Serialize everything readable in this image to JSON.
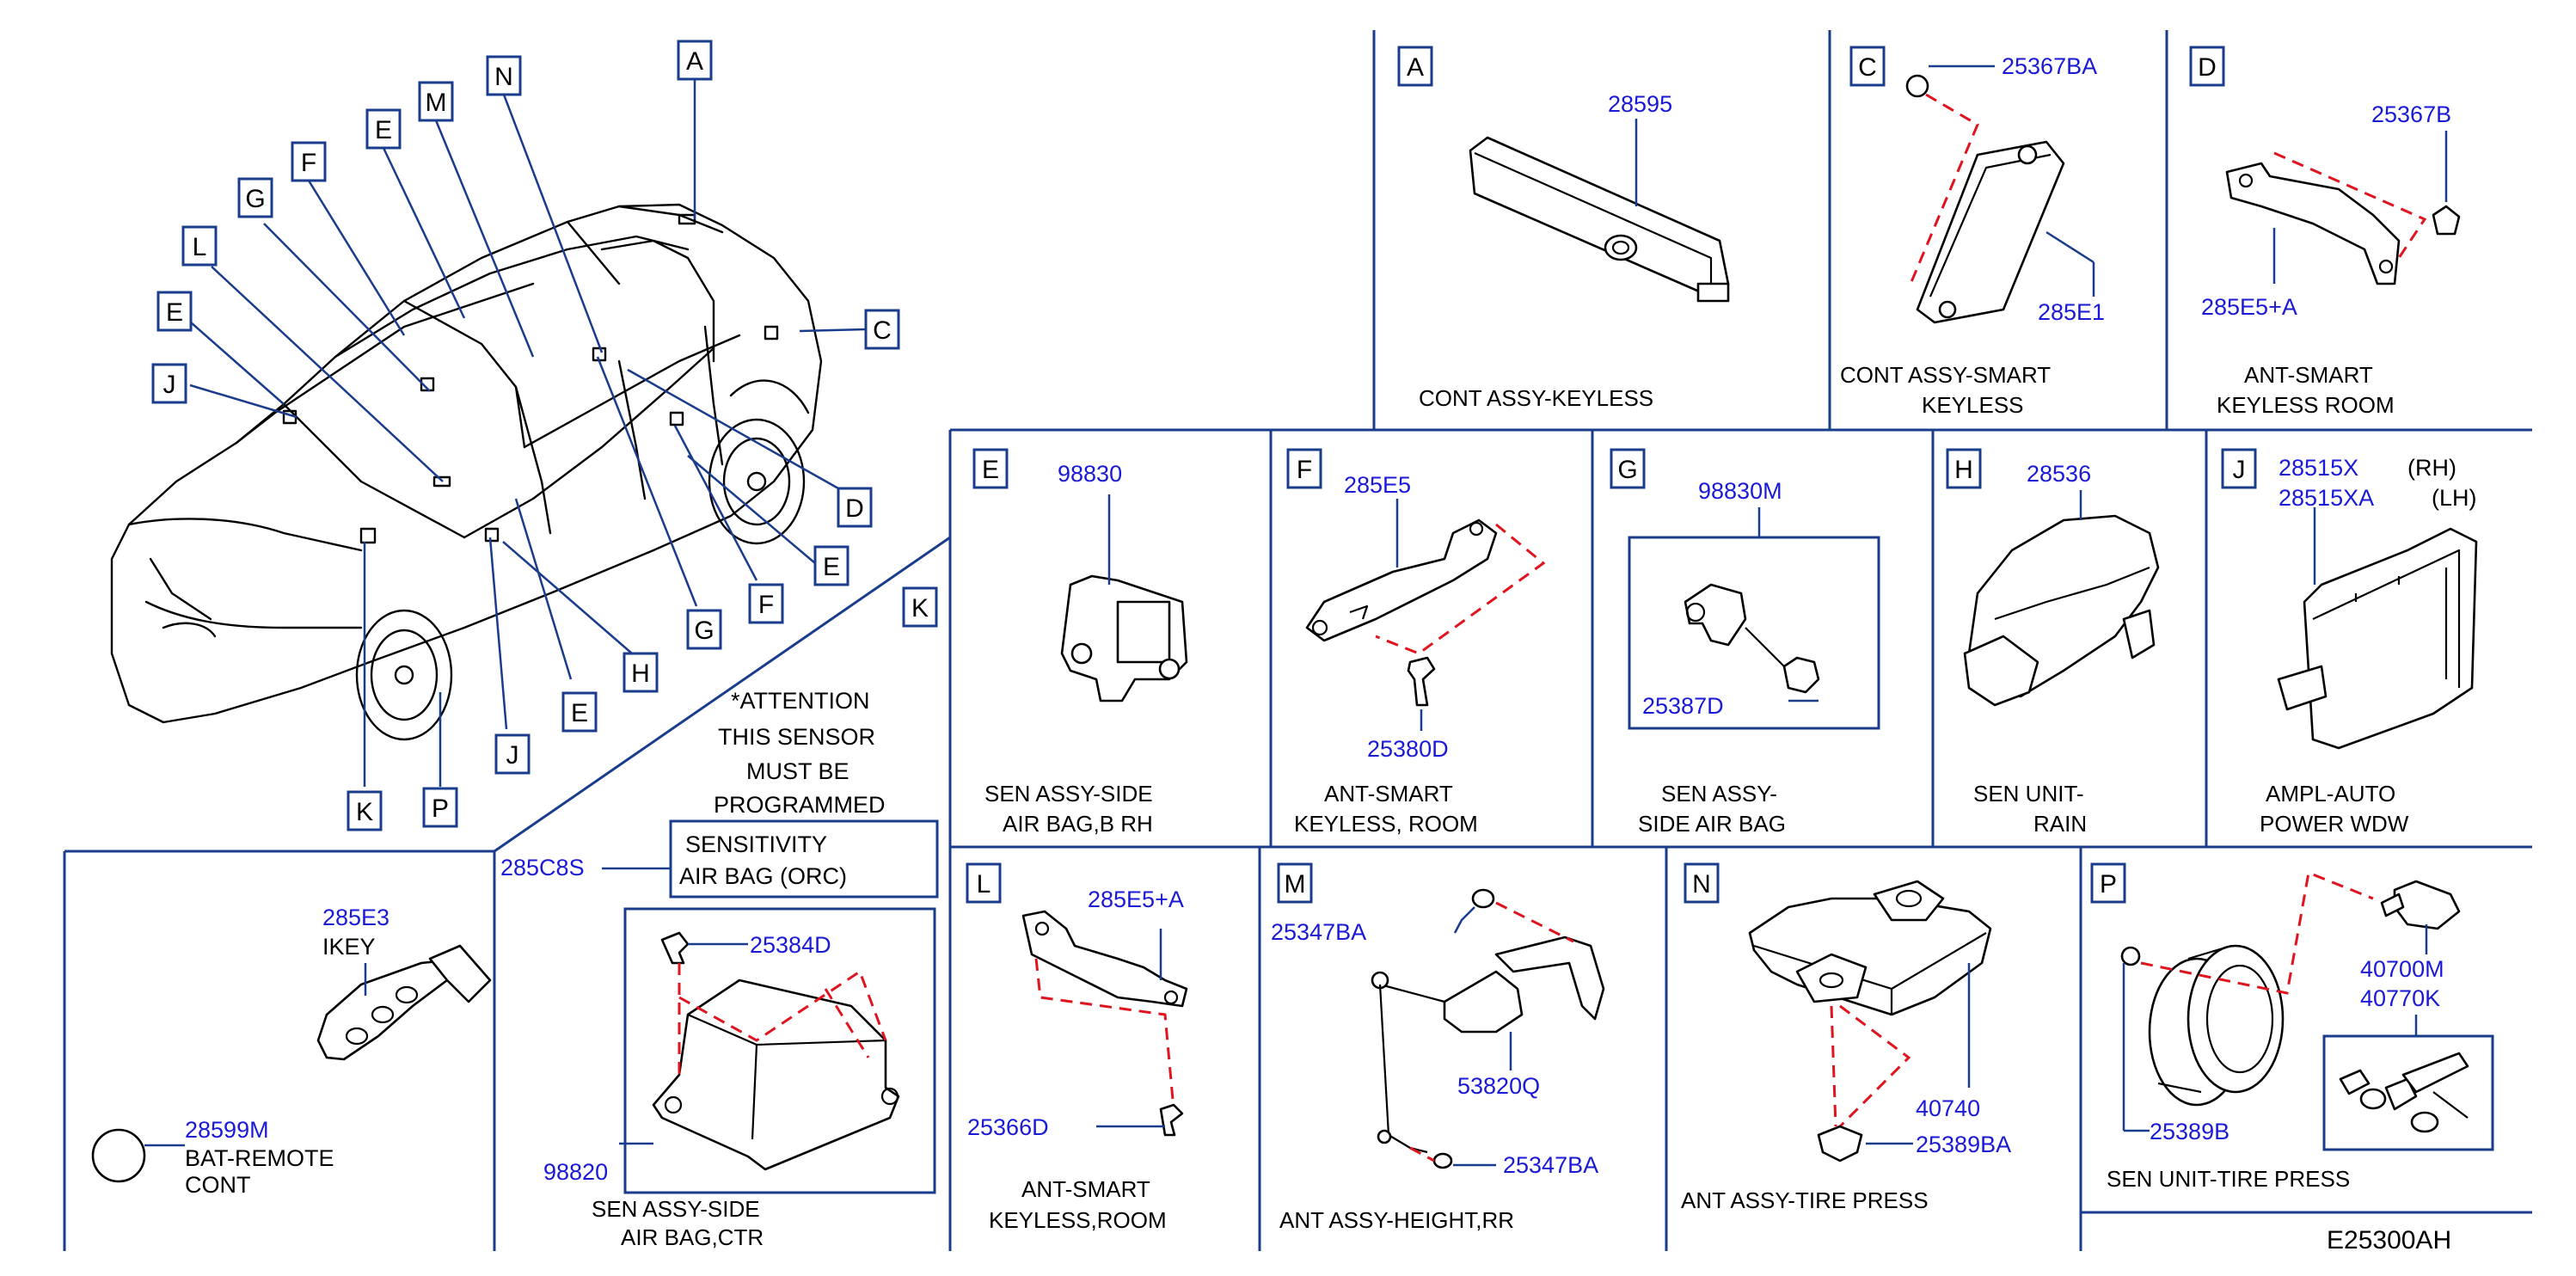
{
  "diagram_id": "E25300AH",
  "attention": {
    "lines": [
      "*ATTENTION",
      "THIS SENSOR",
      "MUST BE",
      "PROGRAMMED"
    ],
    "box_lines": [
      "SENSITIVITY",
      "AIR BAG (ORC)"
    ],
    "part_number": "285C8S"
  },
  "car_callouts": [
    "A",
    "M",
    "N",
    "E",
    "F",
    "G",
    "L",
    "E",
    "J",
    "C",
    "D",
    "E",
    "F",
    "G",
    "H",
    "E",
    "J",
    "K",
    "P",
    "K"
  ],
  "panels": {
    "A": {
      "letter": "A",
      "parts": [
        "28595"
      ],
      "desc": [
        "CONT ASSY-KEYLESS"
      ]
    },
    "C": {
      "letter": "C",
      "parts": [
        "25367BA",
        "285E1"
      ],
      "desc": [
        "CONT ASSY-SMART",
        "KEYLESS"
      ]
    },
    "D": {
      "letter": "D",
      "parts": [
        "25367B",
        "285E5+A"
      ],
      "desc": [
        "ANT-SMART",
        "KEYLESS ROOM"
      ]
    },
    "E": {
      "letter": "E",
      "parts": [
        "98830"
      ],
      "desc": [
        "SEN ASSY-SIDE",
        "AIR BAG,B RH"
      ]
    },
    "F": {
      "letter": "F",
      "parts": [
        "285E5",
        "25380D"
      ],
      "desc": [
        "ANT-SMART",
        "KEYLESS, ROOM"
      ]
    },
    "G": {
      "letter": "G",
      "parts": [
        "98830M",
        "25387D"
      ],
      "desc": [
        "SEN ASSY-",
        "SIDE AIR BAG"
      ]
    },
    "H": {
      "letter": "H",
      "parts": [
        "28536"
      ],
      "desc": [
        "SEN UNIT-",
        "RAIN"
      ]
    },
    "J": {
      "letter": "J",
      "parts": [
        "28515X",
        "28515XA"
      ],
      "sides": [
        "(RH)",
        "(LH)"
      ],
      "desc": [
        "AMPL-AUTO",
        "POWER WDW"
      ]
    },
    "K": {
      "letter": "K",
      "parts": [
        "285E3",
        "28599M",
        "25384D",
        "98820"
      ],
      "labels": [
        "IKEY",
        "BAT-REMOTE",
        "CONT"
      ],
      "desc": [
        "SEN ASSY-SIDE",
        "AIR BAG,CTR"
      ]
    },
    "L": {
      "letter": "L",
      "parts": [
        "285E5+A",
        "25366D"
      ],
      "desc": [
        "ANT-SMART",
        "KEYLESS,ROOM"
      ]
    },
    "M": {
      "letter": "M",
      "parts": [
        "25347BA",
        "53820Q",
        "25347BA"
      ],
      "desc": [
        "ANT ASSY-HEIGHT,RR"
      ]
    },
    "N": {
      "letter": "N",
      "parts": [
        "40740",
        "25389BA"
      ],
      "desc": [
        "ANT ASSY-TIRE PRESS"
      ]
    },
    "P": {
      "letter": "P",
      "parts": [
        "40700M",
        "40770K",
        "25389B"
      ],
      "desc": [
        "SEN UNIT-TIRE PRESS"
      ]
    }
  }
}
